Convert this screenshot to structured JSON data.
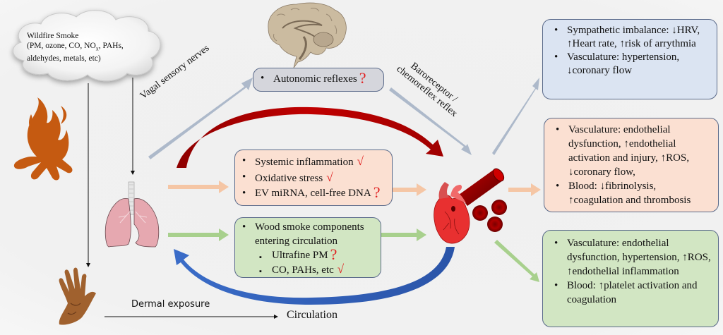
{
  "diagram": {
    "source": {
      "title": "Wildfire Smoke",
      "components_line1_pre": "(PM, ozone, CO, NO",
      "components_line1_sub": "x",
      "components_line1_post": ", PAHs,",
      "components_line2": "aldehydes, metals, etc)"
    },
    "labels": {
      "vagal": "Vagal sensory nerves",
      "baro_line1": "Baroreceptor /",
      "baro_line2": "chemoreflex reflex",
      "dermal": "Dermal exposure",
      "circulation": "Circulation"
    },
    "marks": {
      "question": "?",
      "check": "√"
    },
    "center_boxes": {
      "autonomic": {
        "items": [
          {
            "text": "Autonomic reflexes",
            "mark": "question"
          }
        ]
      },
      "inflammation": {
        "items": [
          {
            "text": "Systemic inflammation",
            "mark": "check"
          },
          {
            "text": "Oxidative stress",
            "mark": "check"
          },
          {
            "text": "EV miRNA, cell-free DNA",
            "mark": "question"
          }
        ]
      },
      "wood_smoke": {
        "line1": "Wood smoke components",
        "line2": "entering circulation",
        "sub_items": [
          {
            "text": "Ultrafine PM",
            "mark": "question"
          },
          {
            "text": "CO,  PAHs, etc",
            "mark": "check"
          }
        ]
      }
    },
    "outcome_boxes": {
      "autonomic_outcomes": {
        "items": [
          "Sympathetic imbalance: ↓HRV, ↑Heart rate, ↑risk of arrythmia",
          "Vasculature: hypertension, ↓coronary flow"
        ]
      },
      "inflammation_outcomes": {
        "items": [
          "Vasculature: endothelial dysfunction, ↑endothelial activation and injury, ↑ROS, ↓coronary flow,",
          "Blood: ↓fibrinolysis, ↑coagulation and thrombosis"
        ]
      },
      "circulation_outcomes": {
        "items": [
          "Vasculature: endothelial dysfunction, hypertension, ↑ROS, ↑endothelial inflammation",
          "Blood: ↑platelet activation and coagulation"
        ]
      }
    },
    "icons": [
      "brain-icon",
      "fire-icon",
      "lungs-icon",
      "heart-icon",
      "blood-vessel-icon",
      "red-blood-cells-icon",
      "hand-icon",
      "smoke-cloud-icon"
    ],
    "colors": {
      "autonomic_box": "#d5d6dc",
      "inflammation_box": "#fbe0d2",
      "wood_smoke_box": "#d2e6c3",
      "outcome_blue": "#dbe4f2",
      "outcome_peach": "#fbe0d2",
      "outcome_green": "#d2e6c3",
      "gray_arrow": "#adb9ca",
      "peach_arrow": "#f5c6a5",
      "green_arrow": "#a8d08d",
      "red_arrow": "#a00000",
      "blue_arrow": "#3060b8",
      "mark_red": "#e02020",
      "fire": "#c55a11"
    }
  }
}
